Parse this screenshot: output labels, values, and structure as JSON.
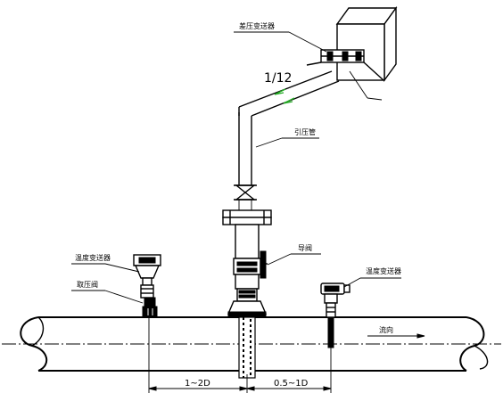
{
  "labels": {
    "dp_transmitter": "差压变送器",
    "impulse_pipe": "引压管",
    "slope": "1/12",
    "root_valve": "导阀",
    "pressure_transmitter": "温度变送器",
    "pressure_valve": "取压阀",
    "temp_transmitter": "温度变送器",
    "flow_direction": "流向",
    "dim_upstream": "1~2D",
    "dim_downstream": "0.5~1D"
  },
  "colors": {
    "line": "#000000",
    "slope_arrow": "#22aa22",
    "background": "#ffffff"
  }
}
